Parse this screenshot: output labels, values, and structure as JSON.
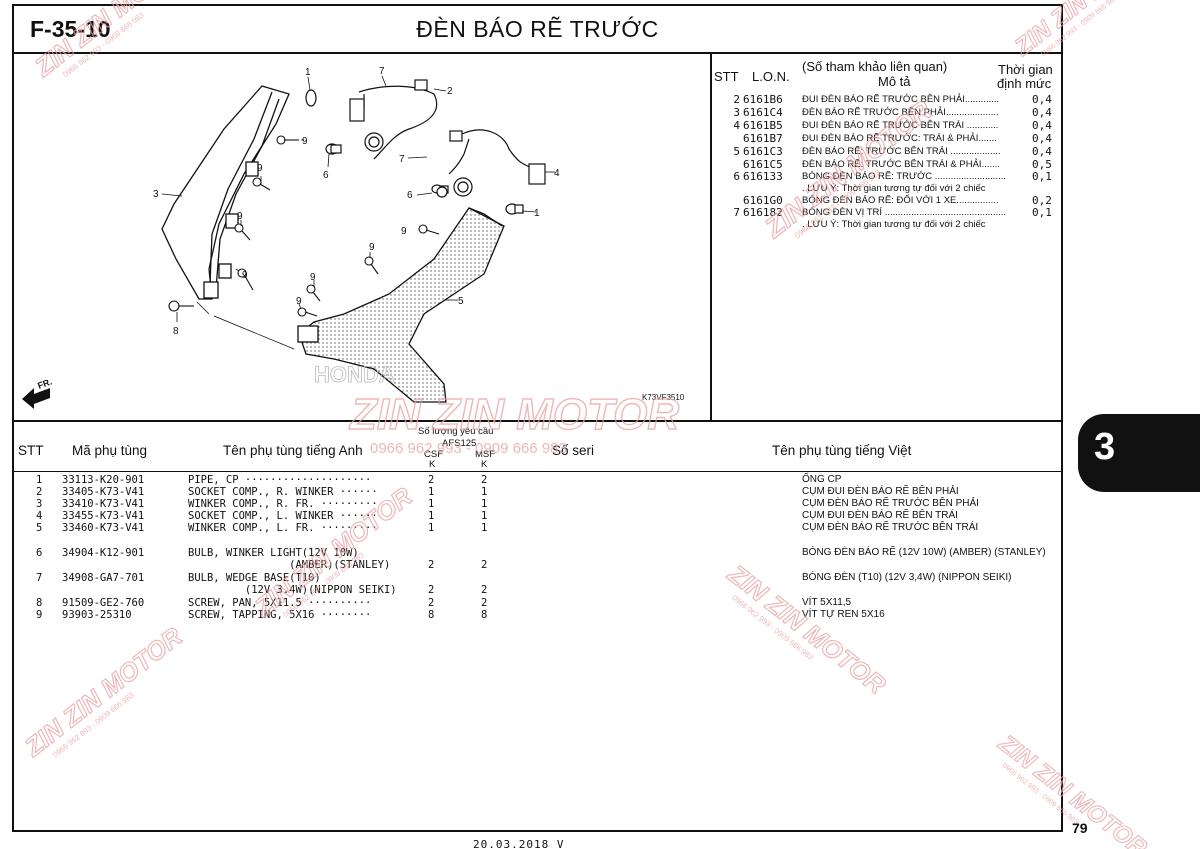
{
  "header": {
    "code": "F-35-10",
    "title": "ĐÈN BÁO RẼ TRƯỚC"
  },
  "diagram": {
    "callouts": [
      "1",
      "7",
      "2",
      "9",
      "3",
      "6",
      "7",
      "4",
      "9",
      "6",
      "1",
      "9",
      "9",
      "5",
      "9",
      "9",
      "9",
      "9",
      "8"
    ],
    "fr_label": "FR.",
    "ref_code": "K73VF3510"
  },
  "ref_table": {
    "headers": {
      "stt": "STT",
      "lon": "L.O.N.",
      "desc_top": "(Số tham khảo liên quan)",
      "desc": "Mô tả",
      "time_top": "Thời gian",
      "time": "định mức"
    },
    "rows": [
      {
        "stt": "2",
        "lon": "6161B6",
        "desc": "ĐUI ĐÈN BÁO RẼ TRƯỚC BÊN PHẢI.............",
        "time": "0,4"
      },
      {
        "stt": "3",
        "lon": "6161C4",
        "desc": "ĐÈN BÁO RẼ TRƯỚC BÊN PHẢI....................",
        "time": "0,4"
      },
      {
        "stt": "4",
        "lon": "6161B5",
        "desc": "ĐUI ĐÈN BÁO RẼ TRƯỚC BÊN TRÁI ............",
        "time": "0,4"
      },
      {
        "stt": "",
        "lon": "6161B7",
        "desc": "ĐUI ĐÈN BÁO RẼ TRƯỚC: TRÁI & PHẢI.......",
        "time": "0,4"
      },
      {
        "stt": "5",
        "lon": "6161C3",
        "desc": "ĐÈN BÁO RẼ: TRƯỚC BÊN TRÁI ...................",
        "time": "0,4"
      },
      {
        "stt": "",
        "lon": "6161C5",
        "desc": "ĐÈN BÁO RẼ: TRƯỚC BÊN TRÁI & PHẢI.......",
        "time": "0,5"
      },
      {
        "stt": "6",
        "lon": "616133",
        "desc": "BÓNG ĐÈN BÁO RẼ: TRƯỚC ...........................",
        "time": "0,1"
      },
      {
        "stt": "",
        "lon": "",
        "desc": ". LƯU Ý: Thời gian tương tự đối với 2 chiếc",
        "time": ""
      },
      {
        "stt": "",
        "lon": "6161G0",
        "desc": "BÓNG ĐÈN BÁO RẼ: ĐỐI VỚI 1 XE................",
        "time": "0,2"
      },
      {
        "stt": "7",
        "lon": "616182",
        "desc": "BÓNG ĐÈN VỊ TRÍ ..............................................",
        "time": "0,1"
      },
      {
        "stt": "",
        "lon": "",
        "desc": ". LƯU Ý: Thời gian tương tự đối với 2 chiếc",
        "time": ""
      }
    ]
  },
  "parts_table": {
    "headers": {
      "stt": "STT",
      "part_no": "Mã phụ tùng",
      "name_en": "Tên phụ tùng tiếng Anh",
      "qty_title": "Số lượng yêu cầu",
      "model": "AFS125",
      "csf": "CSF",
      "msf": "MSF",
      "k1": "K",
      "k2": "K",
      "serial": "Số seri",
      "name_vn": "Tên phụ tùng tiếng Việt"
    },
    "rows": [
      {
        "stt": "1",
        "part_no": "33113-K20-901",
        "name_en": "PIPE, CP ····················",
        "name_en2": "",
        "csf": "2",
        "msf": "2",
        "name_vn": "ỐNG CP"
      },
      {
        "stt": "2",
        "part_no": "33405-K73-V41",
        "name_en": "SOCKET COMP., R. WINKER ······",
        "name_en2": "",
        "csf": "1",
        "msf": "1",
        "name_vn": "CỤM ĐUI ĐÈN BÁO RẼ BÊN PHẢI"
      },
      {
        "stt": "3",
        "part_no": "33410-K73-V41",
        "name_en": "WINKER COMP., R. FR. ·········",
        "name_en2": "",
        "csf": "1",
        "msf": "1",
        "name_vn": "CỤM ĐÈN BÁO RẼ TRƯỚC BÊN PHẢI"
      },
      {
        "stt": "4",
        "part_no": "33455-K73-V41",
        "name_en": "SOCKET COMP., L. WINKER ······",
        "name_en2": "",
        "csf": "1",
        "msf": "1",
        "name_vn": "CỤM ĐUI ĐÈN BÁO RẼ BÊN TRÁI"
      },
      {
        "stt": "5",
        "part_no": "33460-K73-V41",
        "name_en": "WINKER COMP., L. FR. ·········",
        "name_en2": "",
        "csf": "1",
        "msf": "1",
        "name_vn": "CỤM ĐÈN BÁO RẼ TRƯỚC BÊN TRÁI"
      },
      {
        "stt": "6",
        "part_no": "34904-K12-901",
        "name_en": "BULB, WINKER LIGHT(12V 10W)",
        "name_en2": "                (AMBER)(STANLEY)",
        "csf": "2",
        "msf": "2",
        "name_vn": "BÓNG ĐÈN BÁO RẼ (12V 10W) (AMBER) (STANLEY)"
      },
      {
        "stt": "7",
        "part_no": "34908-GA7-701",
        "name_en": "BULB, WEDGE BASE(T10)",
        "name_en2": "         (12V 3.4W)(NIPPON SEIKI)",
        "csf": "2",
        "msf": "2",
        "name_vn": "BÓNG ĐÈN (T10) (12V 3,4W) (NIPPON SEIKI)"
      },
      {
        "stt": "8",
        "part_no": "91509-GE2-760",
        "name_en": "SCREW, PAN, 5X11.5 ··········",
        "name_en2": "",
        "csf": "2",
        "msf": "2",
        "name_vn": "VÍT 5X11,5"
      },
      {
        "stt": "9",
        "part_no": "93903-25310",
        "name_en": "SCREW, TAPPING, 5X16 ········",
        "name_en2": "",
        "csf": "8",
        "msf": "8",
        "name_vn": "VÍT TỰ REN 5X16"
      }
    ]
  },
  "side_tab": "3",
  "page_number": "79",
  "footer": "20.03.2018   V",
  "watermark": {
    "brand": "ZIN ZIN MOTOR",
    "phone": "0966 962 993 - 0909 666 983",
    "color": "#e8a0a0"
  }
}
